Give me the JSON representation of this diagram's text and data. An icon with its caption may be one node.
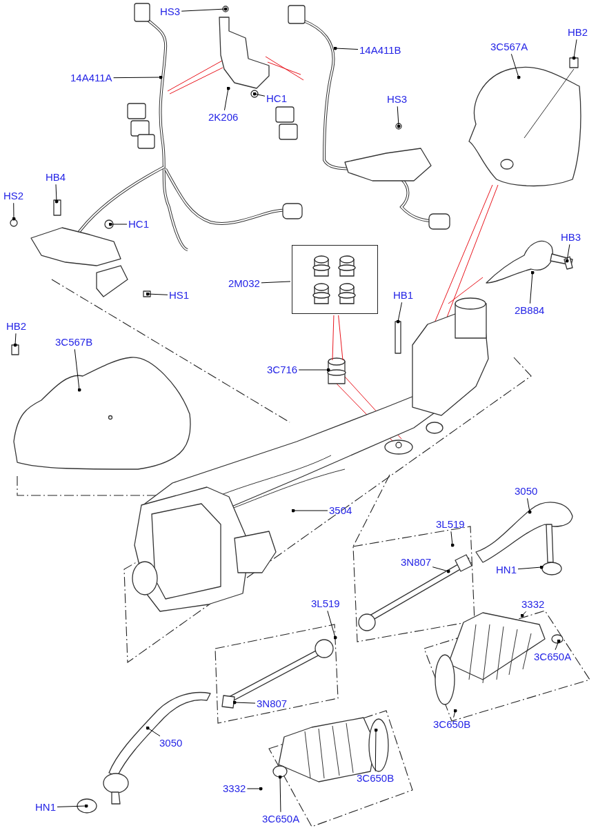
{
  "diagram": {
    "nodes": [
      {
        "text": [
          "HS3"
        ]
      },
      {
        "text": [
          "14A411B"
        ]
      },
      {
        "text": [
          "HB2"
        ]
      },
      {
        "text": [
          "3C567A"
        ]
      },
      {
        "text": [
          "14A411A"
        ]
      },
      {
        "text": [
          "2K206"
        ]
      },
      {
        "text": [
          "HC1"
        ]
      },
      {
        "text": [
          "HS3"
        ]
      },
      {
        "text": [
          "HB4"
        ]
      },
      {
        "text": [
          "HS2"
        ]
      },
      {
        "text": [
          "HC1"
        ]
      },
      {
        "text": [
          "HB3"
        ]
      },
      {
        "text": [
          "2M032"
        ]
      },
      {
        "text": [
          "HS1"
        ]
      },
      {
        "text": [
          "HB1"
        ]
      },
      {
        "text": [
          "2B884"
        ]
      },
      {
        "text": [
          "HB2"
        ]
      },
      {
        "text": [
          "3C567B"
        ]
      },
      {
        "text": [
          "3C716"
        ]
      },
      {
        "text": [
          "3504"
        ]
      },
      {
        "text": [
          "3050"
        ]
      },
      {
        "text": [
          "3L519"
        ]
      },
      {
        "text": [
          "3N807"
        ]
      },
      {
        "text": [
          "HN1"
        ]
      },
      {
        "text": [
          "3L519"
        ]
      },
      {
        "text": [
          "3332"
        ]
      },
      {
        "text": [
          "3C650A"
        ]
      },
      {
        "text": [
          "3N807"
        ]
      },
      {
        "text": [
          "3C650B"
        ]
      },
      {
        "text": [
          "3050"
        ]
      },
      {
        "text": [
          "3C650B"
        ]
      },
      {
        "text": [
          "3332"
        ]
      },
      {
        "text": [
          "HN1"
        ]
      },
      {
        "text": [
          "3C650A"
        ]
      },
      {
        "text": [],
        "shape": "box"
      }
    ],
    "edges": [
      {
        "from": 0,
        "to": null,
        "arrow": "other"
      },
      {
        "from": 1,
        "to": null,
        "arrow": "other"
      },
      {
        "from": 2,
        "to": null,
        "arrow": "other"
      },
      {
        "from": 3,
        "to": null,
        "arrow": "other"
      },
      {
        "from": 4,
        "to": null,
        "arrow": "other"
      },
      {
        "from": 5,
        "to": null,
        "arrow": "other"
      },
      {
        "from": 6,
        "to": null,
        "arrow": "other"
      },
      {
        "from": 7,
        "to": null,
        "arrow": "other"
      },
      {
        "from": 8,
        "to": null,
        "arrow": "other"
      },
      {
        "from": 9,
        "to": null,
        "arrow": "other"
      },
      {
        "from": 10,
        "to": null,
        "arrow": "other"
      },
      {
        "from": 11,
        "to": null,
        "arrow": "other"
      },
      {
        "from": 12,
        "to": 34,
        "arrow": "none"
      },
      {
        "from": 13,
        "to": null,
        "arrow": "other"
      },
      {
        "from": 14,
        "to": null,
        "arrow": "other"
      },
      {
        "from": 15,
        "to": null,
        "arrow": "other"
      },
      {
        "from": 16,
        "to": null,
        "arrow": "other"
      },
      {
        "from": 17,
        "to": null,
        "arrow": "other"
      },
      {
        "from": 18,
        "to": null,
        "arrow": "other"
      },
      {
        "from": 19,
        "to": null,
        "arrow": "other"
      },
      {
        "from": 20,
        "to": null,
        "arrow": "other"
      },
      {
        "from": 21,
        "to": null,
        "arrow": "other"
      },
      {
        "from": 22,
        "to": null,
        "arrow": "other"
      },
      {
        "from": 23,
        "to": null,
        "arrow": "other"
      },
      {
        "from": 24,
        "to": null,
        "arrow": "other"
      },
      {
        "from": 25,
        "to": null,
        "arrow": "other"
      },
      {
        "from": 26,
        "to": null,
        "arrow": "other"
      },
      {
        "from": 27,
        "to": null,
        "arrow": "other"
      },
      {
        "from": 28,
        "to": null,
        "arrow": "other"
      },
      {
        "from": 29,
        "to": null,
        "arrow": "other"
      },
      {
        "from": 30,
        "to": null,
        "arrow": "other"
      },
      {
        "from": 31,
        "to": null,
        "arrow": "other"
      },
      {
        "from": 32,
        "to": null,
        "arrow": "other"
      },
      {
        "from": 33,
        "to": null,
        "arrow": "other"
      },
      {
        "from": 34,
        "to": null,
        "arrow": "none",
        "color": "#e8141c"
      },
      {
        "from": 34,
        "to": null,
        "arrow": "none",
        "color": "#e8141c"
      }
    ]
  }
}
